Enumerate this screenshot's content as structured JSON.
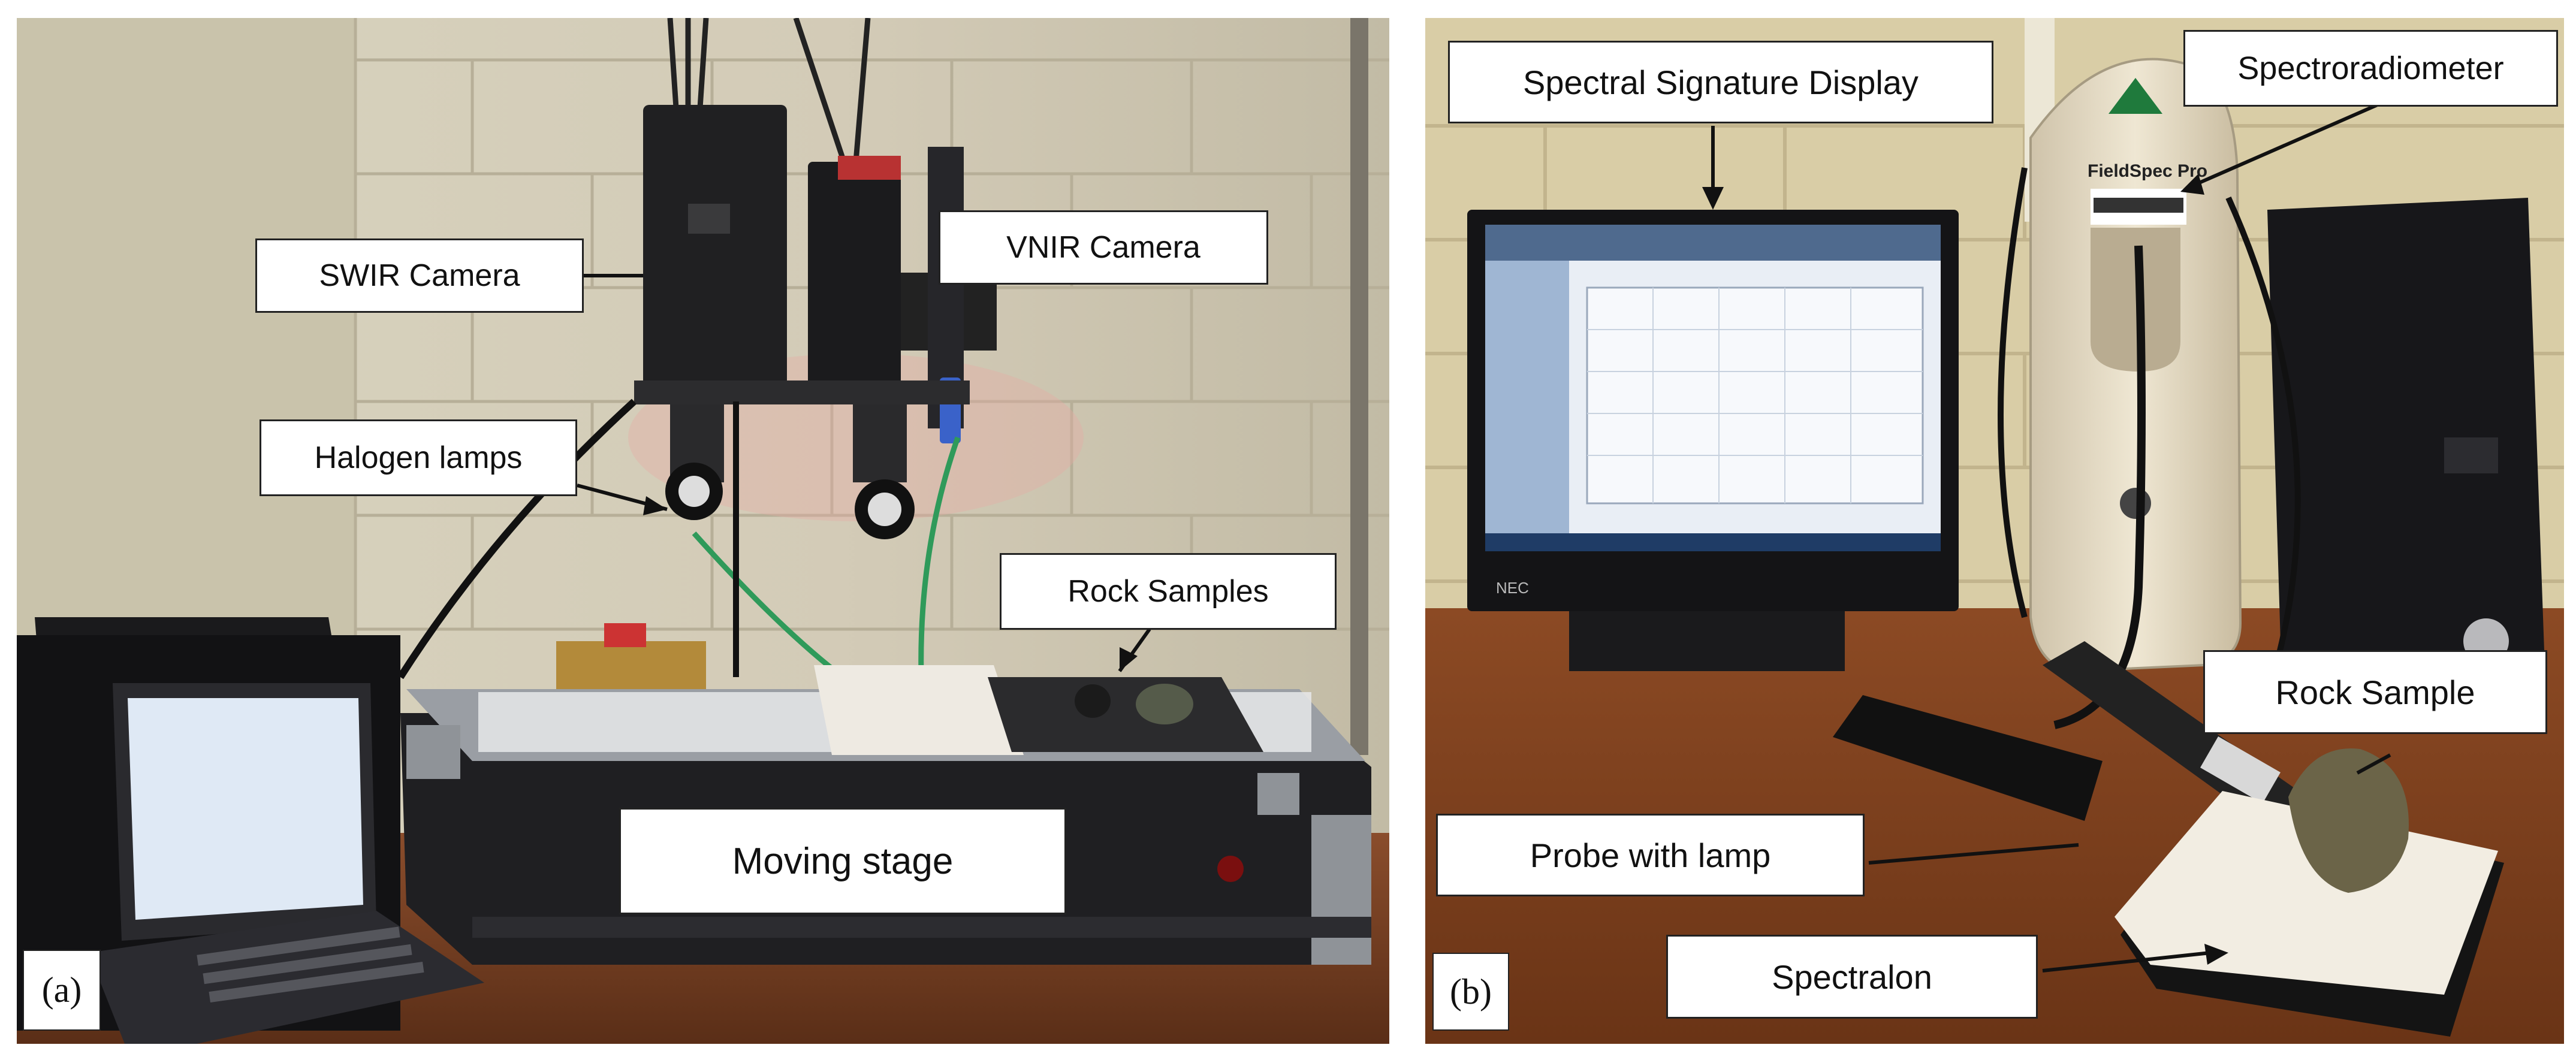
{
  "panel_a": {
    "tag": "(a)",
    "labels": {
      "swir_camera": "SWIR Camera",
      "vnir_camera": "VNIR Camera",
      "halogen_lamps": "Halogen lamps",
      "rock_samples": "Rock Samples",
      "moving_stage": "Moving stage"
    }
  },
  "panel_b": {
    "tag": "(b)",
    "labels": {
      "spectral_display": "Spectral Signature Display",
      "spectroradiometer": "Spectroradiometer",
      "rock_sample": "Rock Sample",
      "probe_with_lamp": "Probe with lamp",
      "spectralon": "Spectralon"
    },
    "device_text": {
      "brand": "FieldSpec Pro",
      "monitor_brand": "NEC"
    }
  },
  "colors": {
    "wall": "#cfc6b0",
    "desk": "#7a4528",
    "equipment": "#1c1c1e",
    "spectroradiometer_body": "#e6dcc6",
    "screen": "#e8eef6",
    "callout_border": "#222222"
  }
}
